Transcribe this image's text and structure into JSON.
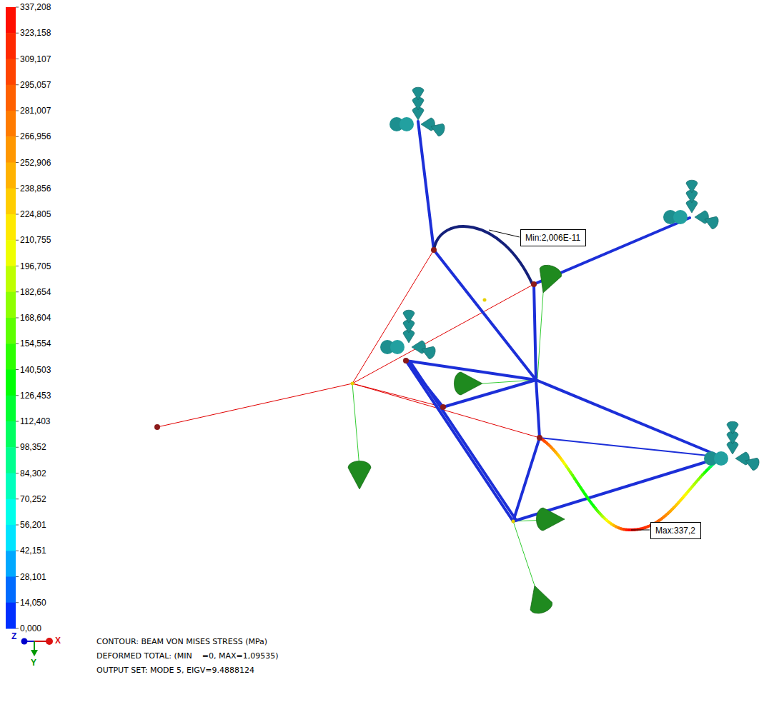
{
  "diagram": {
    "nodes": [
      {
        "text": [
          "Min:2,006E-11"
        ]
      },
      {
        "text": [
          "Max:337,2"
        ]
      }
    ],
    "labels": [
      "337,208",
      "323,158",
      "309,107",
      "295,057",
      "281,007",
      "266,956",
      "252,906",
      "238,856",
      "224,805",
      "210,755",
      "196,705",
      "182,654",
      "168,604",
      "154,554",
      "140,503",
      "126,453",
      "112,403",
      "98,352",
      "84,302",
      "70,252",
      "56,201",
      "42,151",
      "28,101",
      "14,050",
      "0,000",
      "Z",
      "X",
      "Y",
      "CONTOUR: BEAM VON MISES STRESS (MPa)",
      "DEFORMED TOTAL: (MIN    =0, MAX=1,09535)",
      "OUTPUT SET: MODE 5, EIGV=9.4888124"
    ]
  }
}
